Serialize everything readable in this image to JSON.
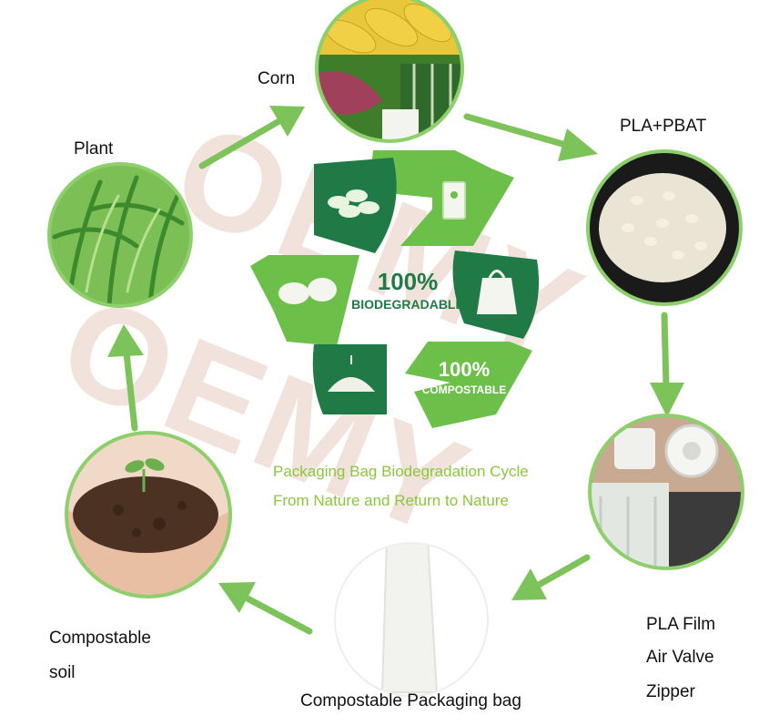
{
  "colors": {
    "arrow": "#7cc45a",
    "ring": "#8ccf6b",
    "center_light": "#6cc04a",
    "center_dark": "#1f7a45",
    "caption": "#8cc63f",
    "watermark": "#e6cdbf"
  },
  "watermark": {
    "text_1": "OEMY",
    "text_2": "OEMY"
  },
  "center": {
    "line_1": "100%",
    "line_2": "BIODEGRADABLE",
    "line_3": "100%",
    "line_4": "COMPOSTABLE",
    "icons": [
      "pellets-icon",
      "bag-icon",
      "shopping-bag-icon",
      "soil-pile-icon",
      "potato-icon"
    ]
  },
  "nodes": {
    "corn": {
      "label": "Corn"
    },
    "pla_pbat": {
      "label": "PLA+PBAT"
    },
    "pla_film": {
      "label_1": "PLA Film",
      "label_2": "Air Valve",
      "label_3": "Zipper"
    },
    "packaging_bag": {
      "label": "Compostable Packaging bag"
    },
    "soil": {
      "label_1": "Compostable",
      "label_2": "soil"
    },
    "plant": {
      "label": "Plant"
    }
  },
  "caption": {
    "line_1": "Packaging Bag Biodegradation Cycle",
    "line_2": "From Nature and Return to Nature"
  }
}
